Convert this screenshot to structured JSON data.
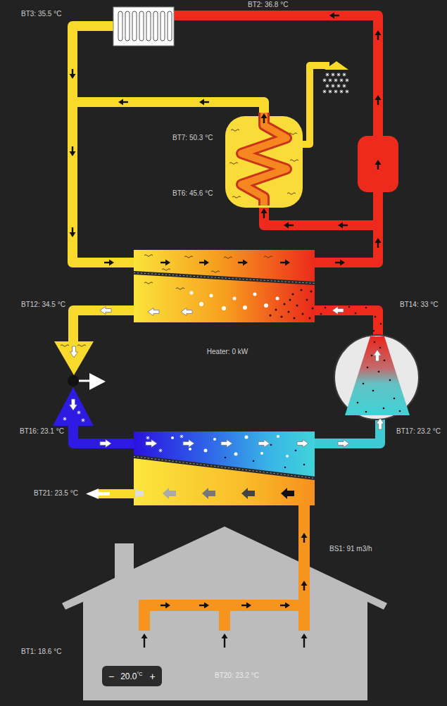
{
  "diagram": {
    "nodes": [
      {
        "text": [
          "BT20: 23.2 °C"
        ]
      },
      {
        "text": [
          "−",
          "20.0",
          "°C",
          "+"
        ],
        "in": 0
      }
    ],
    "labels": [
      "BT2: 36.8 °C",
      "BT3: 35.5 °C",
      "BT7: 50.3 °C",
      "BT6: 45.6 °C",
      "BT12: 34.5 °C",
      "BT14: 33 °C",
      "Heater: 0 kW",
      "BT16: 23.1 °C",
      "BT17: 23.2 °C",
      "BT21: 23.5 °C",
      "BS1: 91 m3/h",
      "BT1: 18.6 °C"
    ]
  }
}
